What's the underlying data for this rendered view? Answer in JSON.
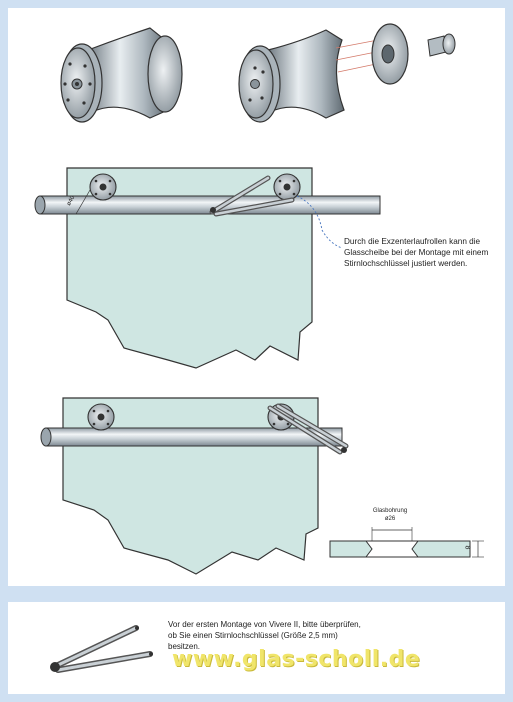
{
  "notes": {
    "eccentric": "Durch die Exzenterlaufrollen kann die Glasscheibe bei der Montage mit einem Stirnlochschlüssel justiert werden.",
    "wrench": "Vor der ersten Montage von Vivere II, bitte überprüfen, ob Sie einen Stirnlochschlüssel (Größe 2,5 mm) besitzen."
  },
  "dimensions": {
    "hole_label": "Glasbohrung",
    "hole_value": "ø26",
    "thickness": "8",
    "roller_diameter": "ø40"
  },
  "watermark": "www.glas-scholl.de",
  "colors": {
    "background": "#cfe0f2",
    "panel": "#ffffff",
    "glass": "#cfe6e2",
    "outline": "#333333",
    "rail": "#b9c4cc",
    "leader": "#4a78c0"
  }
}
